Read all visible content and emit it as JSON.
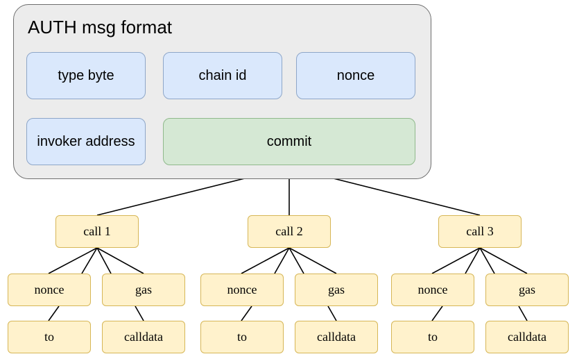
{
  "diagram": {
    "title": "AUTH msg format",
    "fields": {
      "type_byte": "type byte",
      "chain_id": "chain id",
      "nonce": "nonce",
      "invoker_address": "invoker address",
      "commit": "commit"
    },
    "calls": [
      {
        "label": "call 1",
        "nonce": "nonce",
        "gas": "gas",
        "to": "to",
        "calldata": "calldata"
      },
      {
        "label": "call 2",
        "nonce": "nonce",
        "gas": "gas",
        "to": "to",
        "calldata": "calldata"
      },
      {
        "label": "call 3",
        "nonce": "nonce",
        "gas": "gas",
        "to": "to",
        "calldata": "calldata"
      }
    ]
  },
  "colors": {
    "container_fill": "#ececec",
    "field_blue": "#dae8fc",
    "commit_green": "#d5e8d4",
    "call_yellow": "#fff2cc",
    "connector": "#000000"
  }
}
